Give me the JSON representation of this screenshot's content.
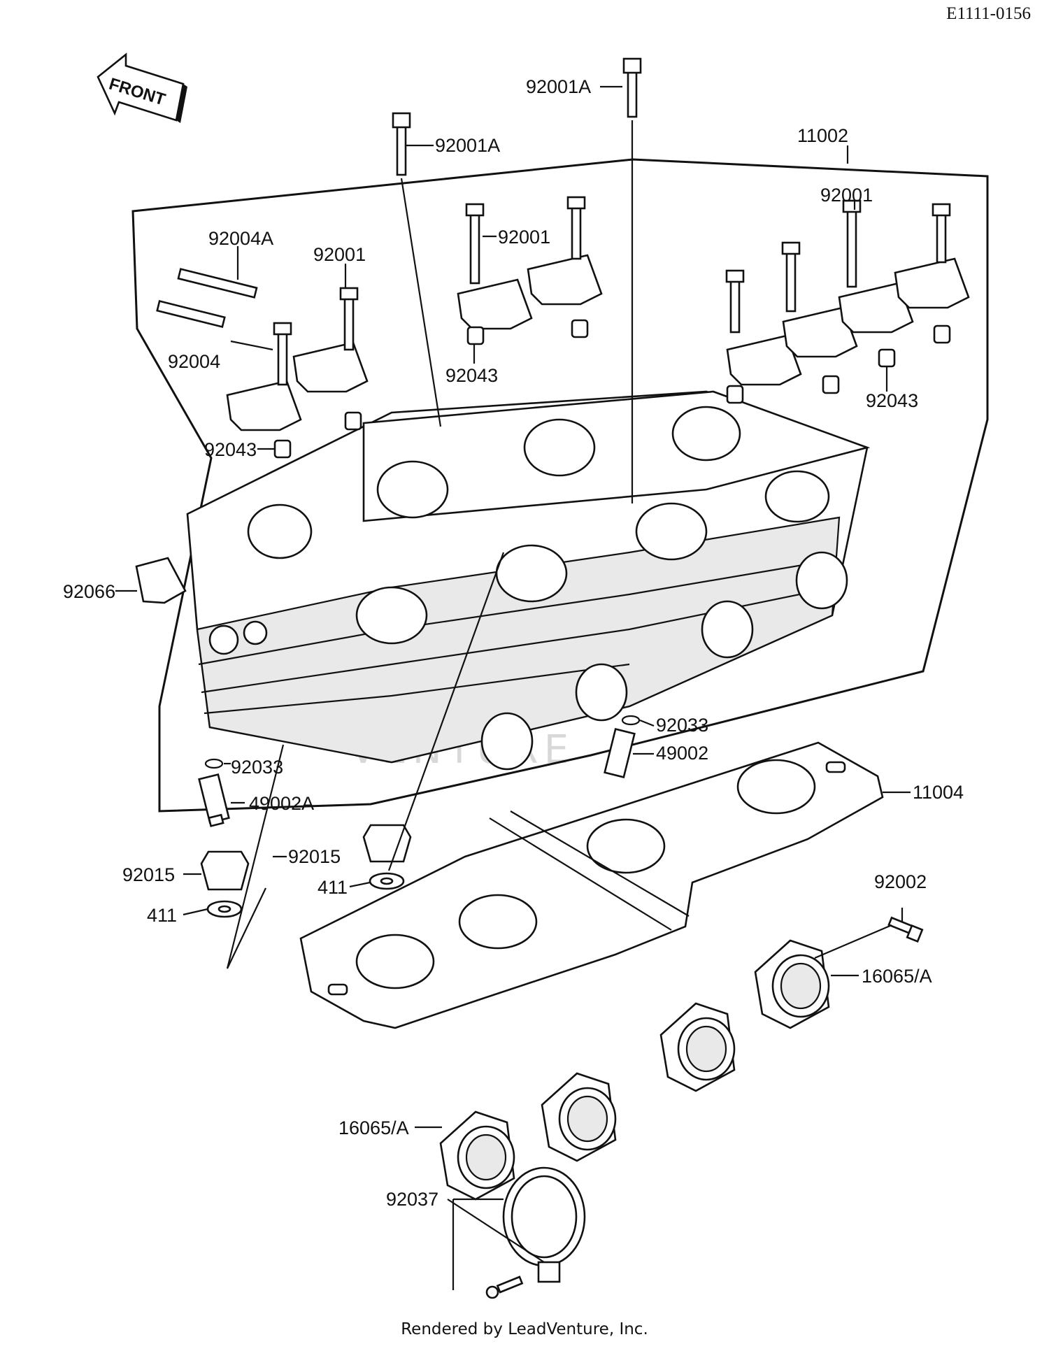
{
  "header": {
    "doc_code": "E1111-0156"
  },
  "front_arrow": {
    "label": "FRONT"
  },
  "watermark": {
    "text": "VENTURE"
  },
  "footer": {
    "text": "Rendered by LeadVenture, Inc."
  },
  "callouts": [
    {
      "id": "c1",
      "text": "92001A"
    },
    {
      "id": "c2",
      "text": "92001A"
    },
    {
      "id": "c3",
      "text": "11002"
    },
    {
      "id": "c4",
      "text": "92001"
    },
    {
      "id": "c5",
      "text": "92004A"
    },
    {
      "id": "c6",
      "text": "92001"
    },
    {
      "id": "c7",
      "text": "92001"
    },
    {
      "id": "c8",
      "text": "92004"
    },
    {
      "id": "c9",
      "text": "92043"
    },
    {
      "id": "c10",
      "text": "92043"
    },
    {
      "id": "c11",
      "text": "92043"
    },
    {
      "id": "c12",
      "text": "92066"
    },
    {
      "id": "c13",
      "text": "92033"
    },
    {
      "id": "c14",
      "text": "49002"
    },
    {
      "id": "c15",
      "text": "92033"
    },
    {
      "id": "c16",
      "text": "49002A"
    },
    {
      "id": "c17",
      "text": "11004"
    },
    {
      "id": "c18",
      "text": "92015"
    },
    {
      "id": "c19",
      "text": "92015"
    },
    {
      "id": "c20",
      "text": "411"
    },
    {
      "id": "c21",
      "text": "411"
    },
    {
      "id": "c22",
      "text": "92002"
    },
    {
      "id": "c23",
      "text": "16065/A"
    },
    {
      "id": "c24",
      "text": "16065/A"
    },
    {
      "id": "c25",
      "text": "92037"
    }
  ]
}
